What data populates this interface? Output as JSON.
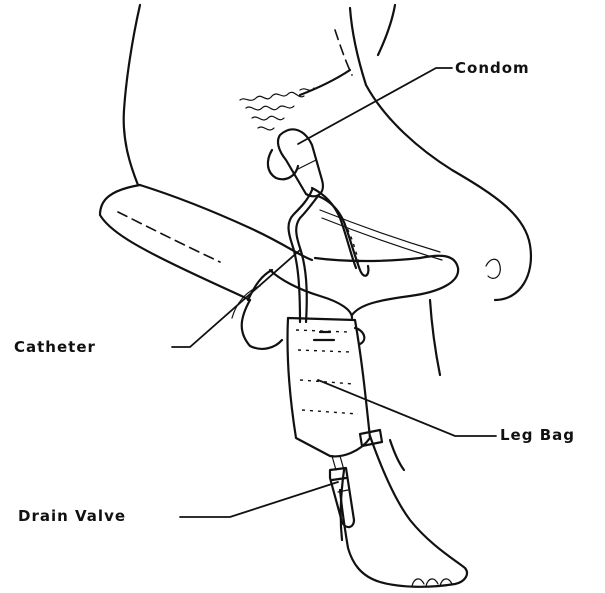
{
  "labels": {
    "condom": "Condom",
    "catheter": "Catheter",
    "leg_bag": "Leg Bag",
    "drain_valve": "Drain Valve"
  },
  "colors": {
    "ink": "#111111",
    "background": "#ffffff"
  }
}
